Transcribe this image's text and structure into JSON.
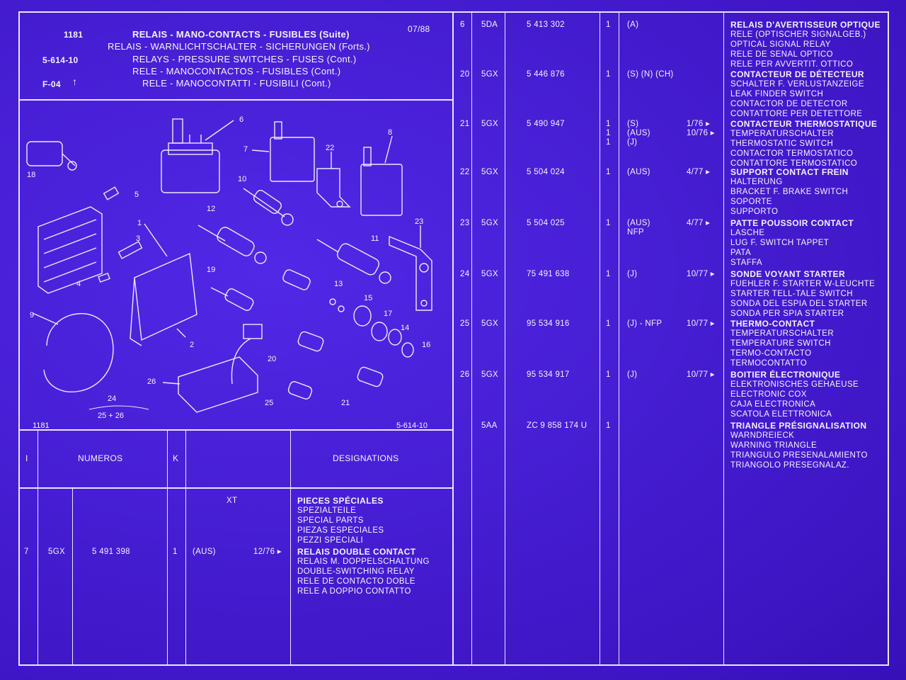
{
  "header": {
    "code": "1181",
    "date": "07/88",
    "ref": "5-614-10",
    "section": "F-04",
    "arrow": "↑",
    "titles": [
      "RELAIS - MANO-CONTACTS - FUSIBLES (Suite)",
      "RELAIS - WARNLICHTSCHALTER - SICHERUNGEN (Forts.)",
      "RELAYS - PRESSURE SWITCHES - FUSES (Cont.)",
      "RELE - MANOCONTACTOS - FUSIBLES (Cont.)",
      "RELE - MANOCONTATTI - FUSIBILI (Cont.)"
    ]
  },
  "diagram": {
    "callouts": [
      "1",
      "2",
      "3",
      "4",
      "5",
      "6",
      "7",
      "8",
      "9",
      "10",
      "11",
      "12",
      "13",
      "14",
      "15",
      "16",
      "17",
      "18",
      "19",
      "20",
      "21",
      "22",
      "23",
      "24",
      "25",
      "26"
    ],
    "group_top": "24",
    "group_bottom": "25 + 26",
    "footer_left": "1181",
    "footer_right": "5-614-10"
  },
  "columns": {
    "i": "I",
    "numeros": "NUMEROS",
    "k": "K",
    "designations": "DESIGNATIONS"
  },
  "left_rows": {
    "model": "XT",
    "special_parts": [
      "PIECES SPÉCIALES",
      "SPEZIALTEILE",
      "SPECIAL PARTS",
      "PIEZAS ESPECIALES",
      "PEZZI SPECIALI"
    ],
    "row7": {
      "item": "7",
      "type": "5GX",
      "number": "5 491 398",
      "qty": "1",
      "opt": "(AUS)",
      "date": "12/76 ▸",
      "desc": [
        "RELAIS DOUBLE CONTACT",
        "RELAIS M. DOPPELSCHALTUNG",
        "DOUBLE-SWITCHING RELAY",
        "RELE DE CONTACTO DOBLE",
        "RELE A DOPPIO CONTATTO"
      ]
    }
  },
  "right_rows": [
    {
      "item": "6",
      "type": "5DA",
      "number": "5 413 302",
      "qty": "1",
      "opt": "(A)",
      "date": "",
      "desc": [
        "RELAIS D'AVERTISSEUR OPTIQUE",
        "RELE (OPTISCHER SIGNALGEB.)",
        "OPTICAL SIGNAL RELAY",
        "RELE DE SENAL OPTICO",
        "RELE PER AVVERTIT. OTTICO"
      ]
    },
    {
      "item": "20",
      "type": "5GX",
      "number": "5 446 876",
      "qty": "1",
      "opt": "(S) (N) (CH)",
      "date": "",
      "desc": [
        "CONTACTEUR DE DÉTECTEUR",
        "SCHALTER F. VERLUSTANZEIGE",
        "LEAK FINDER SWITCH",
        "CONTACTOR DE DETECTOR",
        "CONTATTORE PER DETETTORE"
      ]
    },
    {
      "item": "21",
      "type": "5GX",
      "number": "5 490 947",
      "qty": "1",
      "opt": "(S)",
      "date": "1/76 ▸",
      "qty2": "1",
      "opt2": "(AUS)",
      "date2": "10/76 ▸",
      "qty3": "1",
      "opt3": "(J)",
      "desc": [
        "CONTACTEUR THERMOSTATIQUE",
        "TEMPERATURSCHALTER",
        "THERMOSTATIC SWITCH",
        "CONTACTOR TERMOSTATICO",
        "CONTATTORE TERMOSTATICO"
      ]
    },
    {
      "item": "22",
      "type": "5GX",
      "number": "5 504 024",
      "qty": "1",
      "opt": "(AUS)",
      "date": "4/77 ▸",
      "desc": [
        "SUPPORT CONTACT FREIN",
        "HALTERUNG",
        "BRACKET F. BRAKE SWITCH",
        "SOPORTE",
        "SUPPORTO"
      ]
    },
    {
      "item": "23",
      "type": "5GX",
      "number": "5 504 025",
      "qty": "1",
      "opt": "(AUS)",
      "opt_b": "NFP",
      "date": "4/77 ▸",
      "desc": [
        "PATTE POUSSOIR CONTACT",
        "LASCHE",
        "LUG F. SWITCH TAPPET",
        "PATA",
        "STAFFA"
      ]
    },
    {
      "item": "24",
      "type": "5GX",
      "number": "75 491 638",
      "qty": "1",
      "opt": "(J)",
      "date": "10/77 ▸",
      "desc": [
        "SONDE VOYANT STARTER",
        "FUEHLER F. STARTER W-LEUCHTE",
        "STARTER TELL-TALE SWITCH",
        "SONDA DEL ESPIA DEL STARTER",
        "SONDA PER SPIA STARTER"
      ]
    },
    {
      "item": "25",
      "type": "5GX",
      "number": "95 534 916",
      "qty": "1",
      "opt": "(J) - NFP",
      "date": "10/77 ▸",
      "desc": [
        "THERMO-CONTACT",
        "TEMPERATURSCHALTER",
        "TEMPERATURE SWITCH",
        "TERMO-CONTACTO",
        "TERMOCONTATTO"
      ]
    },
    {
      "item": "26",
      "type": "5GX",
      "number": "95 534 917",
      "qty": "1",
      "opt": "(J)",
      "date": "10/77 ▸",
      "desc": [
        "BOITIER ÉLECTRONIQUE",
        "ELEKTRONISCHES GEHAEUSE",
        "ELECTRONIC COX",
        "CAJA ELECTRONICA",
        "SCATOLA ELETTRONICA"
      ]
    },
    {
      "item": "",
      "type": "5AA",
      "number": "ZC 9 858 174 U",
      "qty": "1",
      "opt": "",
      "date": "",
      "desc": [
        "TRIANGLE PRÉSIGNALISATION",
        "WARNDREIECK",
        "WARNING TRIANGLE",
        "TRIANGULO PRESENALAMIENTO",
        "TRIANGOLO PRESEGNALAZ."
      ]
    }
  ]
}
